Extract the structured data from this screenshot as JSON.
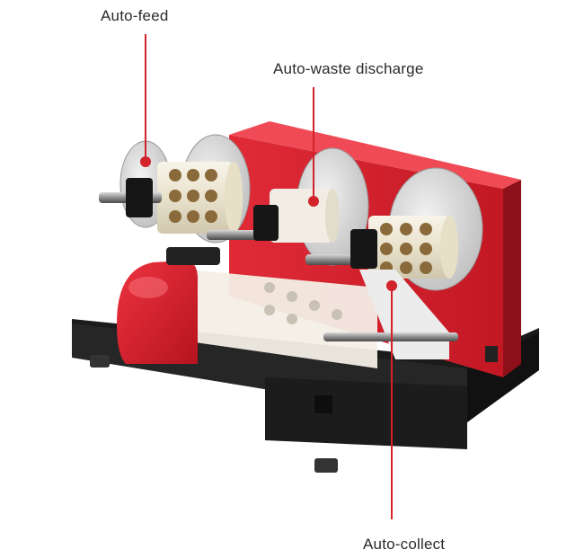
{
  "callouts": {
    "auto_feed": "Auto-feed",
    "auto_waste": "Auto-waste discharge",
    "auto_collect": "Auto-collect"
  },
  "colors": {
    "callout_line": "#d2232a",
    "machine_red": "#d8202c",
    "machine_red_dark": "#9e1320",
    "base_black": "#1d1d1d",
    "label_text": "#2b2b2b"
  },
  "icons": {
    "callout_marker": "red-dot",
    "machine": "label-die-cutting-machine"
  }
}
